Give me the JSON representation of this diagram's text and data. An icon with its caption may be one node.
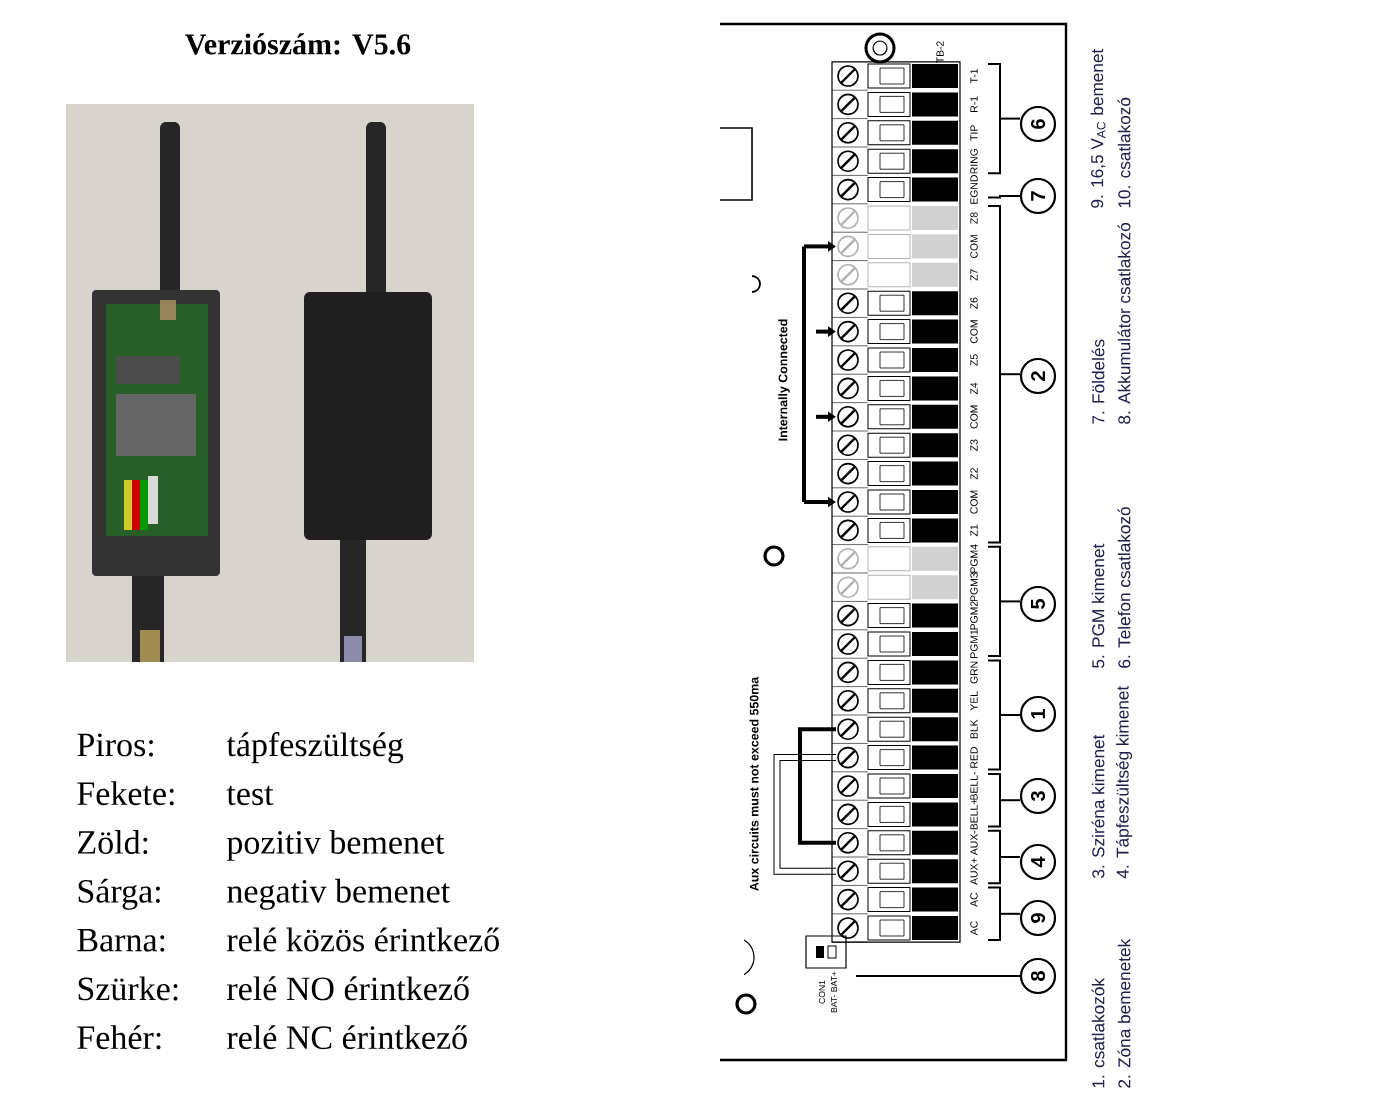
{
  "diagram": {
    "title": "Verziószám: V5.6",
    "labels": [
      "Piros:",
      "tápfeszültség",
      "Fekete:",
      "test",
      "Zöld:",
      "pozitiv bemenet",
      "Sárga:",
      "negativ bemenet",
      "Barna:",
      "relé közös érintkező",
      "Szürke:",
      "relé NO érintkező",
      "Fehér:",
      "relé NC érintkező",
      "TB-2",
      "T-1",
      "R-1",
      "TIP",
      "RING",
      "EGND",
      "Z8",
      "COM",
      "Z7",
      "Z6",
      "COM",
      "Z5",
      "Z4",
      "COM",
      "Z3",
      "Z2",
      "COM",
      "Z1",
      "PGM4",
      "PGM3",
      "PGM2",
      "PGM1",
      "GRN",
      "YEL",
      "BLK",
      "RED",
      "BELL-",
      "BELL+",
      "AUX-",
      "AUX+",
      "AC",
      "AC",
      "Internally Connected",
      "Aux circuits must not exceed 550ma",
      "CON1",
      "BAT- BAT+",
      "6",
      "7",
      "2",
      "5",
      "1",
      "3",
      "4",
      "9",
      "8",
      "1. csatlakozók",
      "3. Sziréna kimenet",
      "5. PGM kimenet",
      "7. Földelés",
      "9. 16,5 V$_{AC}$ bemenet",
      "2. Zóna bemenetek",
      "4. Tápfeszültség kimenet",
      "6. Telefon csatlakozó",
      "8. Akkumulátor csatlakozó",
      "10. csatlakozó"
    ]
  }
}
